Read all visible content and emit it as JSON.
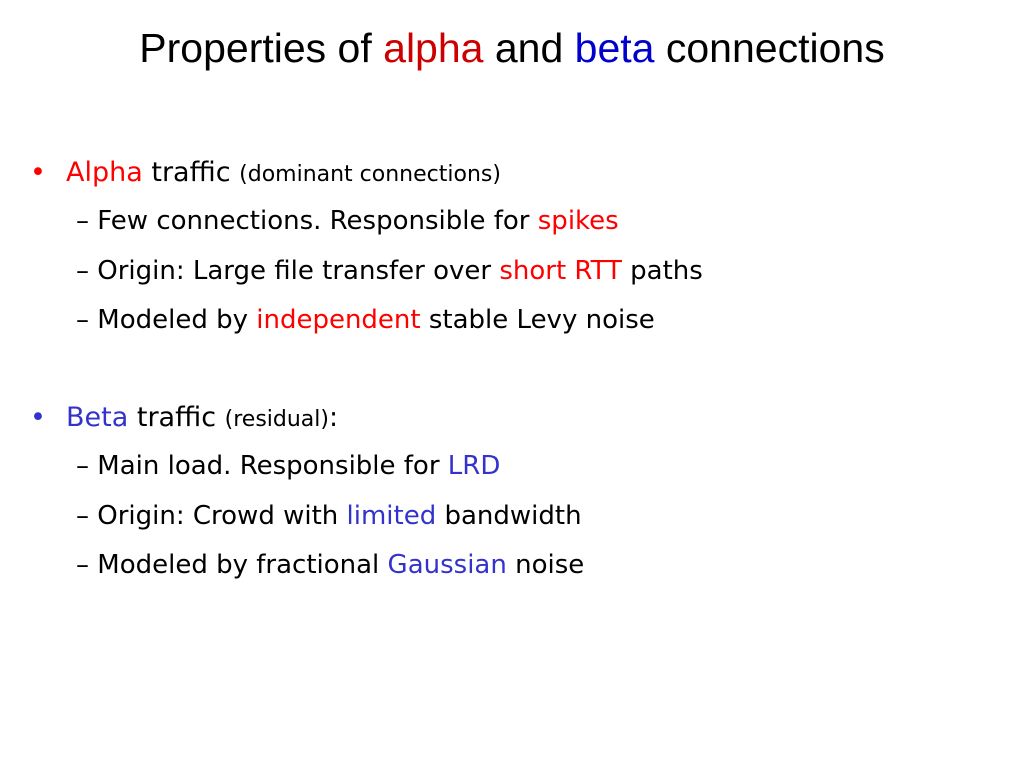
{
  "title": {
    "part1": "Properties of ",
    "alpha": "alpha",
    "part2": " and ",
    "beta": "beta",
    "part3": " connections"
  },
  "bullets": [
    {
      "marker": "•",
      "name": "Alpha",
      "word": " traffic ",
      "paren": "(dominant connections)",
      "suffix": "",
      "subs": [
        {
          "dash": "– ",
          "text": "Few connections. Responsible for ",
          "highlight": "spikes",
          "after": ""
        },
        {
          "dash": "– ",
          "text": "Origin: Large file transfer over ",
          "highlight": "short RTT",
          "after": " paths"
        },
        {
          "dash": "– ",
          "text": "Modeled by ",
          "highlight": "independent",
          "after": " stable Levy noise"
        }
      ]
    },
    {
      "marker": "•",
      "name": "Beta",
      "word": " traffic ",
      "paren": "(residual)",
      "suffix": ":",
      "subs": [
        {
          "dash": "– ",
          "text": "Main load. Responsible for ",
          "highlight": "LRD",
          "after": ""
        },
        {
          "dash": "– ",
          "text": "Origin: Crowd with ",
          "highlight": "limited",
          "after": " bandwidth"
        },
        {
          "dash": "– ",
          "text": "Modeled by fractional ",
          "highlight": "Gaussian",
          "after": " noise"
        }
      ]
    }
  ],
  "colors": {
    "alpha": "#ff0000",
    "beta": "#3333cc",
    "title_alpha": "#cc0000",
    "title_beta": "#0000cc"
  }
}
